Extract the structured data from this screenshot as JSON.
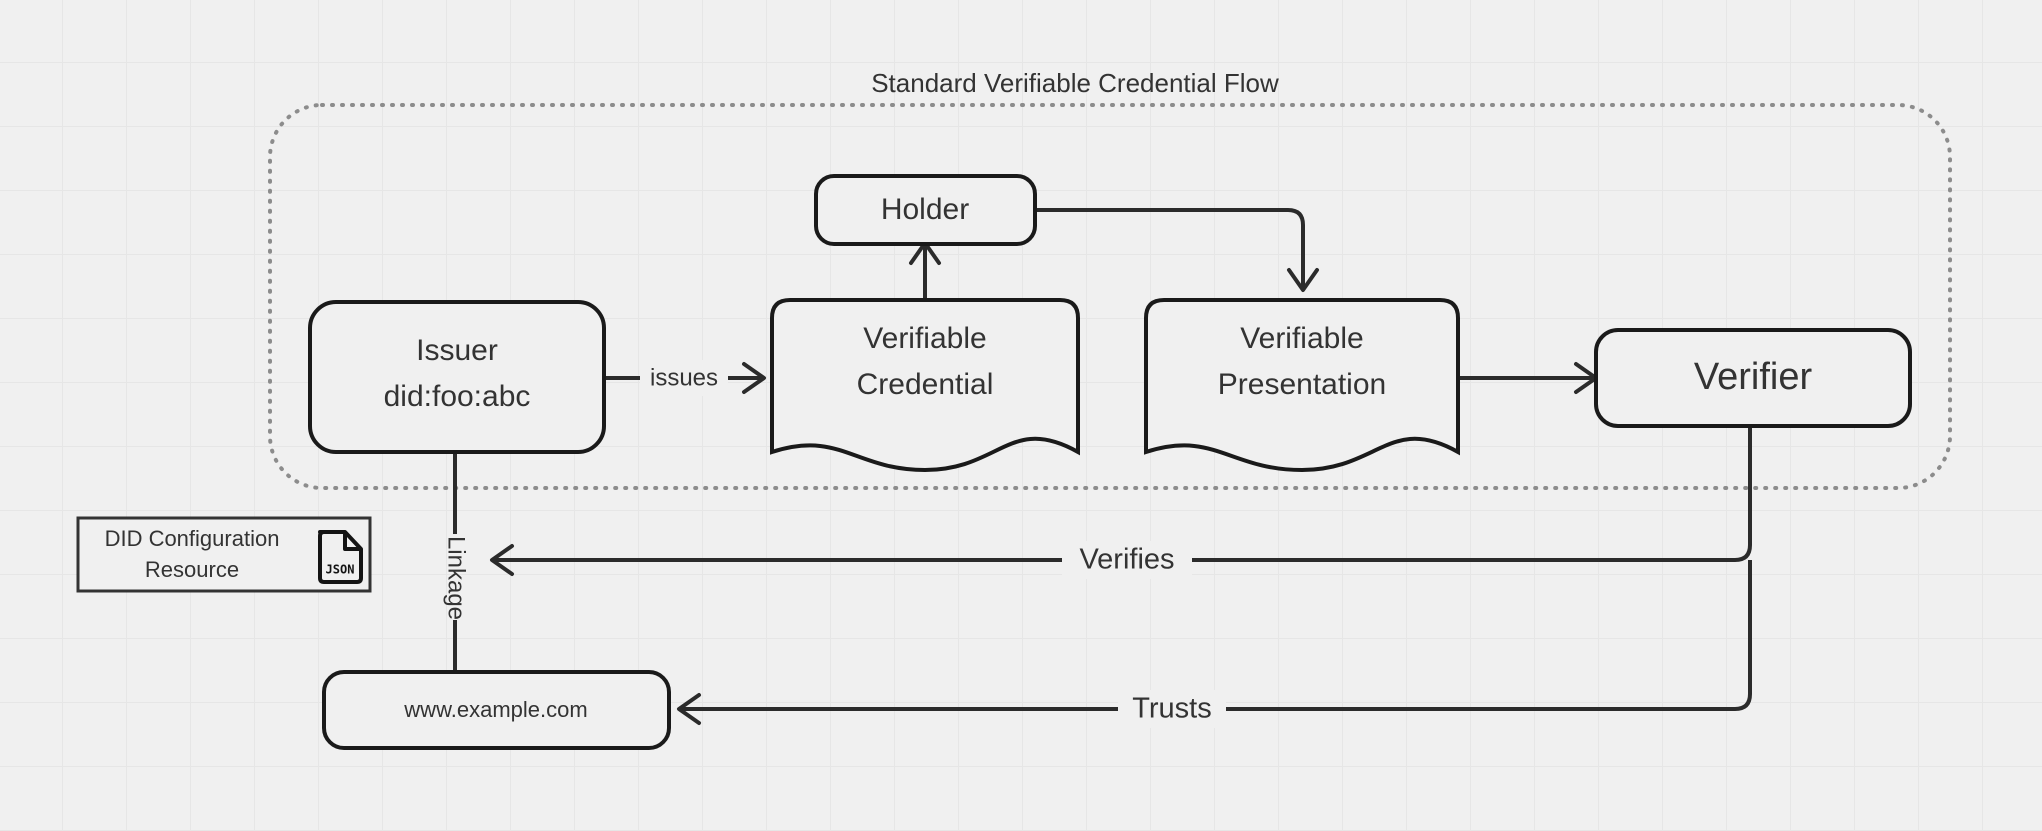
{
  "diagram": {
    "title": "Standard Verifiable Credential Flow",
    "background_color": "#f0f0f0",
    "line_color": "#2b2b2b",
    "group_border_color": "#8c8c8c",
    "nodes": {
      "issuer": {
        "line1": "Issuer",
        "line2": "did:foo:abc"
      },
      "holder": {
        "label": "Holder"
      },
      "verifiable_credential": {
        "line1": "Verifiable",
        "line2": "Credential"
      },
      "verifiable_presentation": {
        "line1": "Verifiable",
        "line2": "Presentation"
      },
      "verifier": {
        "label": "Verifier"
      },
      "did_configuration_resource": {
        "line1": "DID Configuration",
        "line2": "Resource",
        "icon_label": "JSON",
        "icon_name": "json-file-icon"
      },
      "domain": {
        "label": "www.example.com"
      }
    },
    "edges": {
      "issues": "issues",
      "linkage": "Linkage",
      "verifies": "Verifies",
      "trusts": "Trusts"
    }
  }
}
